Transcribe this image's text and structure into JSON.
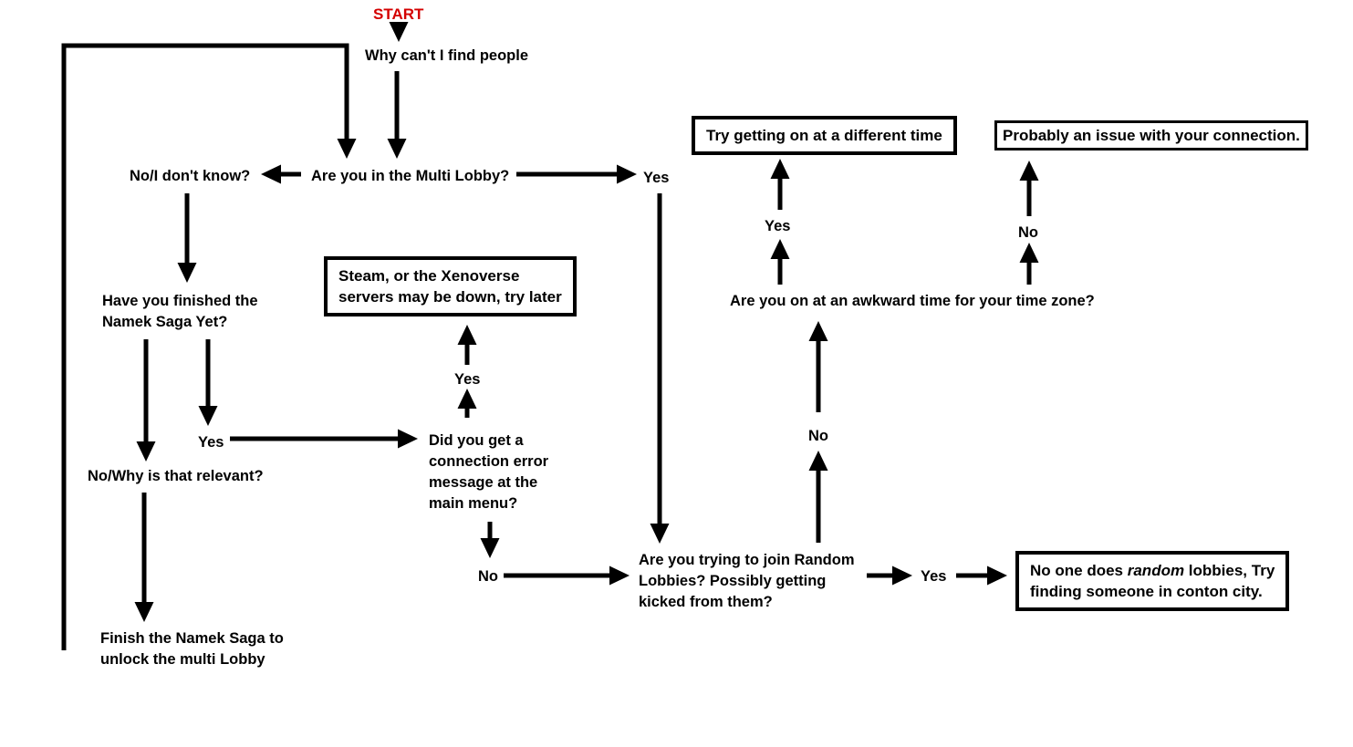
{
  "diagram": {
    "start": "START",
    "labels": {
      "yes": "Yes",
      "no": "No"
    },
    "nodes": {
      "root_question": "Why can't I find people",
      "multi_lobby": "Are you in the Multi Lobby?",
      "no_i_dont_know": "No/I don't know?",
      "namek_saga": {
        "lines": [
          "Have you finished the",
          "Namek Saga Yet?"
        ]
      },
      "no_why_relevant": "No/Why is that relevant?",
      "connection_error": {
        "lines": [
          "Did you get a",
          "connection error",
          "message at the",
          "main menu?"
        ]
      },
      "steam_down": {
        "lines": [
          "Steam, or the Xenoverse",
          "servers may be down, try later"
        ]
      },
      "random_lobbies": {
        "lines": [
          "Are you trying to join Random",
          "Lobbies? Possibly getting",
          "kicked from them?"
        ]
      },
      "awkward_time": "Are you on at an awkward time for your time zone?",
      "try_different_time": "Try getting on at a different time",
      "connection_issue": "Probably an issue with your connection.",
      "no_random_lobbies": {
        "line1_pre": "No one does ",
        "line1_italic": "random",
        "line1_post": " lobbies, Try",
        "line2": "finding someone in conton city."
      },
      "finish_namek": {
        "lines": [
          "Finish the Namek Saga to",
          "unlock the multi Lobby"
        ]
      }
    },
    "edges": [
      {
        "from": "start",
        "to": "root_question"
      },
      {
        "from": "root_question",
        "to": "multi_lobby"
      },
      {
        "from": "multi_lobby",
        "to": "no_i_dont_know"
      },
      {
        "from": "multi_lobby",
        "to": "random_lobbies",
        "label": "Yes"
      },
      {
        "from": "no_i_dont_know",
        "to": "namek_saga"
      },
      {
        "from": "namek_saga",
        "to": "connection_error",
        "label": "Yes"
      },
      {
        "from": "namek_saga",
        "to": "no_why_relevant"
      },
      {
        "from": "no_why_relevant",
        "to": "finish_namek"
      },
      {
        "from": "finish_namek",
        "to": "multi_lobby"
      },
      {
        "from": "connection_error",
        "to": "steam_down",
        "label": "Yes"
      },
      {
        "from": "connection_error",
        "to": "random_lobbies",
        "label": "No"
      },
      {
        "from": "random_lobbies",
        "to": "no_random_lobbies",
        "label": "Yes"
      },
      {
        "from": "random_lobbies",
        "to": "awkward_time",
        "label": "No"
      },
      {
        "from": "awkward_time",
        "to": "try_different_time",
        "label": "Yes"
      },
      {
        "from": "awkward_time",
        "to": "connection_issue",
        "label": "No"
      }
    ],
    "colors": {
      "start_text": "#d40000",
      "line": "#000000"
    }
  }
}
